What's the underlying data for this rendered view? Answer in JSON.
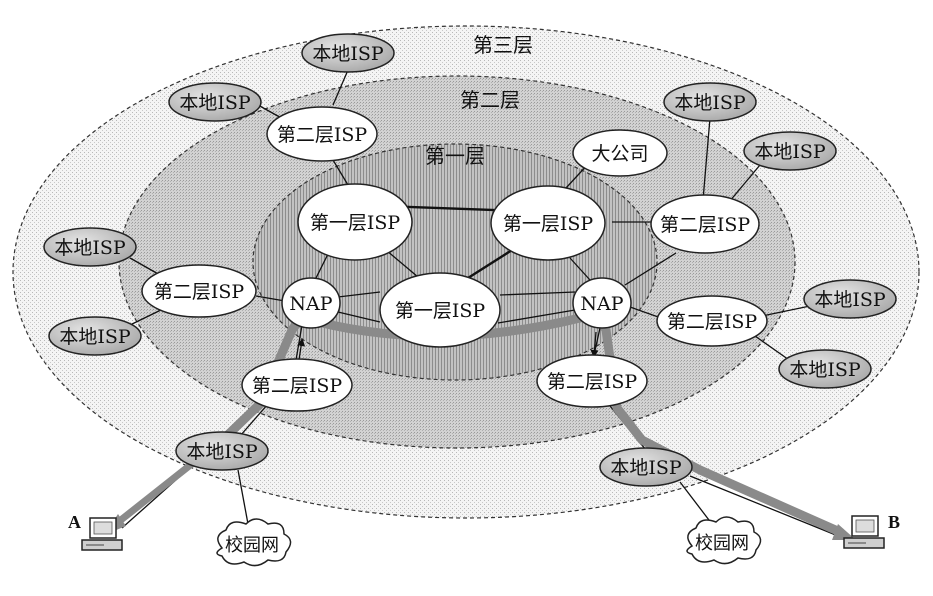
{
  "layers": {
    "tier3_label": "第三层",
    "tier2_label": "第二层",
    "tier1_label": "第一层"
  },
  "nodes": {
    "local_isp": "本地ISP",
    "tier2_isp": "第二层ISP",
    "tier1_isp": "第一层ISP",
    "nap": "NAP",
    "big_company": "大公司",
    "campus_net": "校园网"
  },
  "endpoints": {
    "host_a": "A",
    "host_b": "B"
  }
}
